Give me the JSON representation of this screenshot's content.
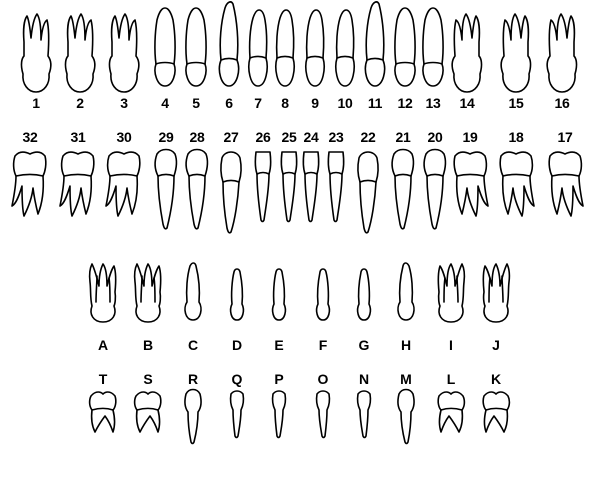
{
  "upper_permanent": {
    "teeth": [
      {
        "label": "1",
        "type": "molar"
      },
      {
        "label": "2",
        "type": "molar"
      },
      {
        "label": "3",
        "type": "molar"
      },
      {
        "label": "4",
        "type": "premolar"
      },
      {
        "label": "5",
        "type": "premolar"
      },
      {
        "label": "6",
        "type": "canine"
      },
      {
        "label": "7",
        "type": "incisor"
      },
      {
        "label": "8",
        "type": "incisor"
      },
      {
        "label": "9",
        "type": "incisor"
      },
      {
        "label": "10",
        "type": "incisor"
      },
      {
        "label": "11",
        "type": "canine"
      },
      {
        "label": "12",
        "type": "premolar"
      },
      {
        "label": "13",
        "type": "premolar"
      },
      {
        "label": "14",
        "type": "molar"
      },
      {
        "label": "15",
        "type": "molar"
      },
      {
        "label": "16",
        "type": "molar"
      }
    ]
  },
  "lower_permanent": {
    "teeth": [
      {
        "label": "32",
        "type": "molar"
      },
      {
        "label": "31",
        "type": "molar"
      },
      {
        "label": "30",
        "type": "molar"
      },
      {
        "label": "29",
        "type": "premolar"
      },
      {
        "label": "28",
        "type": "premolar"
      },
      {
        "label": "27",
        "type": "canine"
      },
      {
        "label": "26",
        "type": "incisor"
      },
      {
        "label": "25",
        "type": "incisor"
      },
      {
        "label": "24",
        "type": "incisor"
      },
      {
        "label": "23",
        "type": "incisor"
      },
      {
        "label": "22",
        "type": "canine"
      },
      {
        "label": "21",
        "type": "premolar"
      },
      {
        "label": "20",
        "type": "premolar"
      },
      {
        "label": "19",
        "type": "molar"
      },
      {
        "label": "18",
        "type": "molar"
      },
      {
        "label": "17",
        "type": "molar"
      }
    ]
  },
  "upper_primary": {
    "teeth": [
      {
        "label": "A",
        "type": "molar"
      },
      {
        "label": "B",
        "type": "molar"
      },
      {
        "label": "C",
        "type": "canine"
      },
      {
        "label": "D",
        "type": "incisor"
      },
      {
        "label": "E",
        "type": "incisor"
      },
      {
        "label": "F",
        "type": "incisor"
      },
      {
        "label": "G",
        "type": "incisor"
      },
      {
        "label": "H",
        "type": "canine"
      },
      {
        "label": "I",
        "type": "molar"
      },
      {
        "label": "J",
        "type": "molar"
      }
    ]
  },
  "lower_primary": {
    "teeth": [
      {
        "label": "T",
        "type": "molar"
      },
      {
        "label": "S",
        "type": "molar"
      },
      {
        "label": "R",
        "type": "canine"
      },
      {
        "label": "Q",
        "type": "incisor"
      },
      {
        "label": "P",
        "type": "incisor"
      },
      {
        "label": "O",
        "type": "incisor"
      },
      {
        "label": "N",
        "type": "incisor"
      },
      {
        "label": "M",
        "type": "canine"
      },
      {
        "label": "L",
        "type": "molar"
      },
      {
        "label": "K",
        "type": "molar"
      }
    ]
  }
}
